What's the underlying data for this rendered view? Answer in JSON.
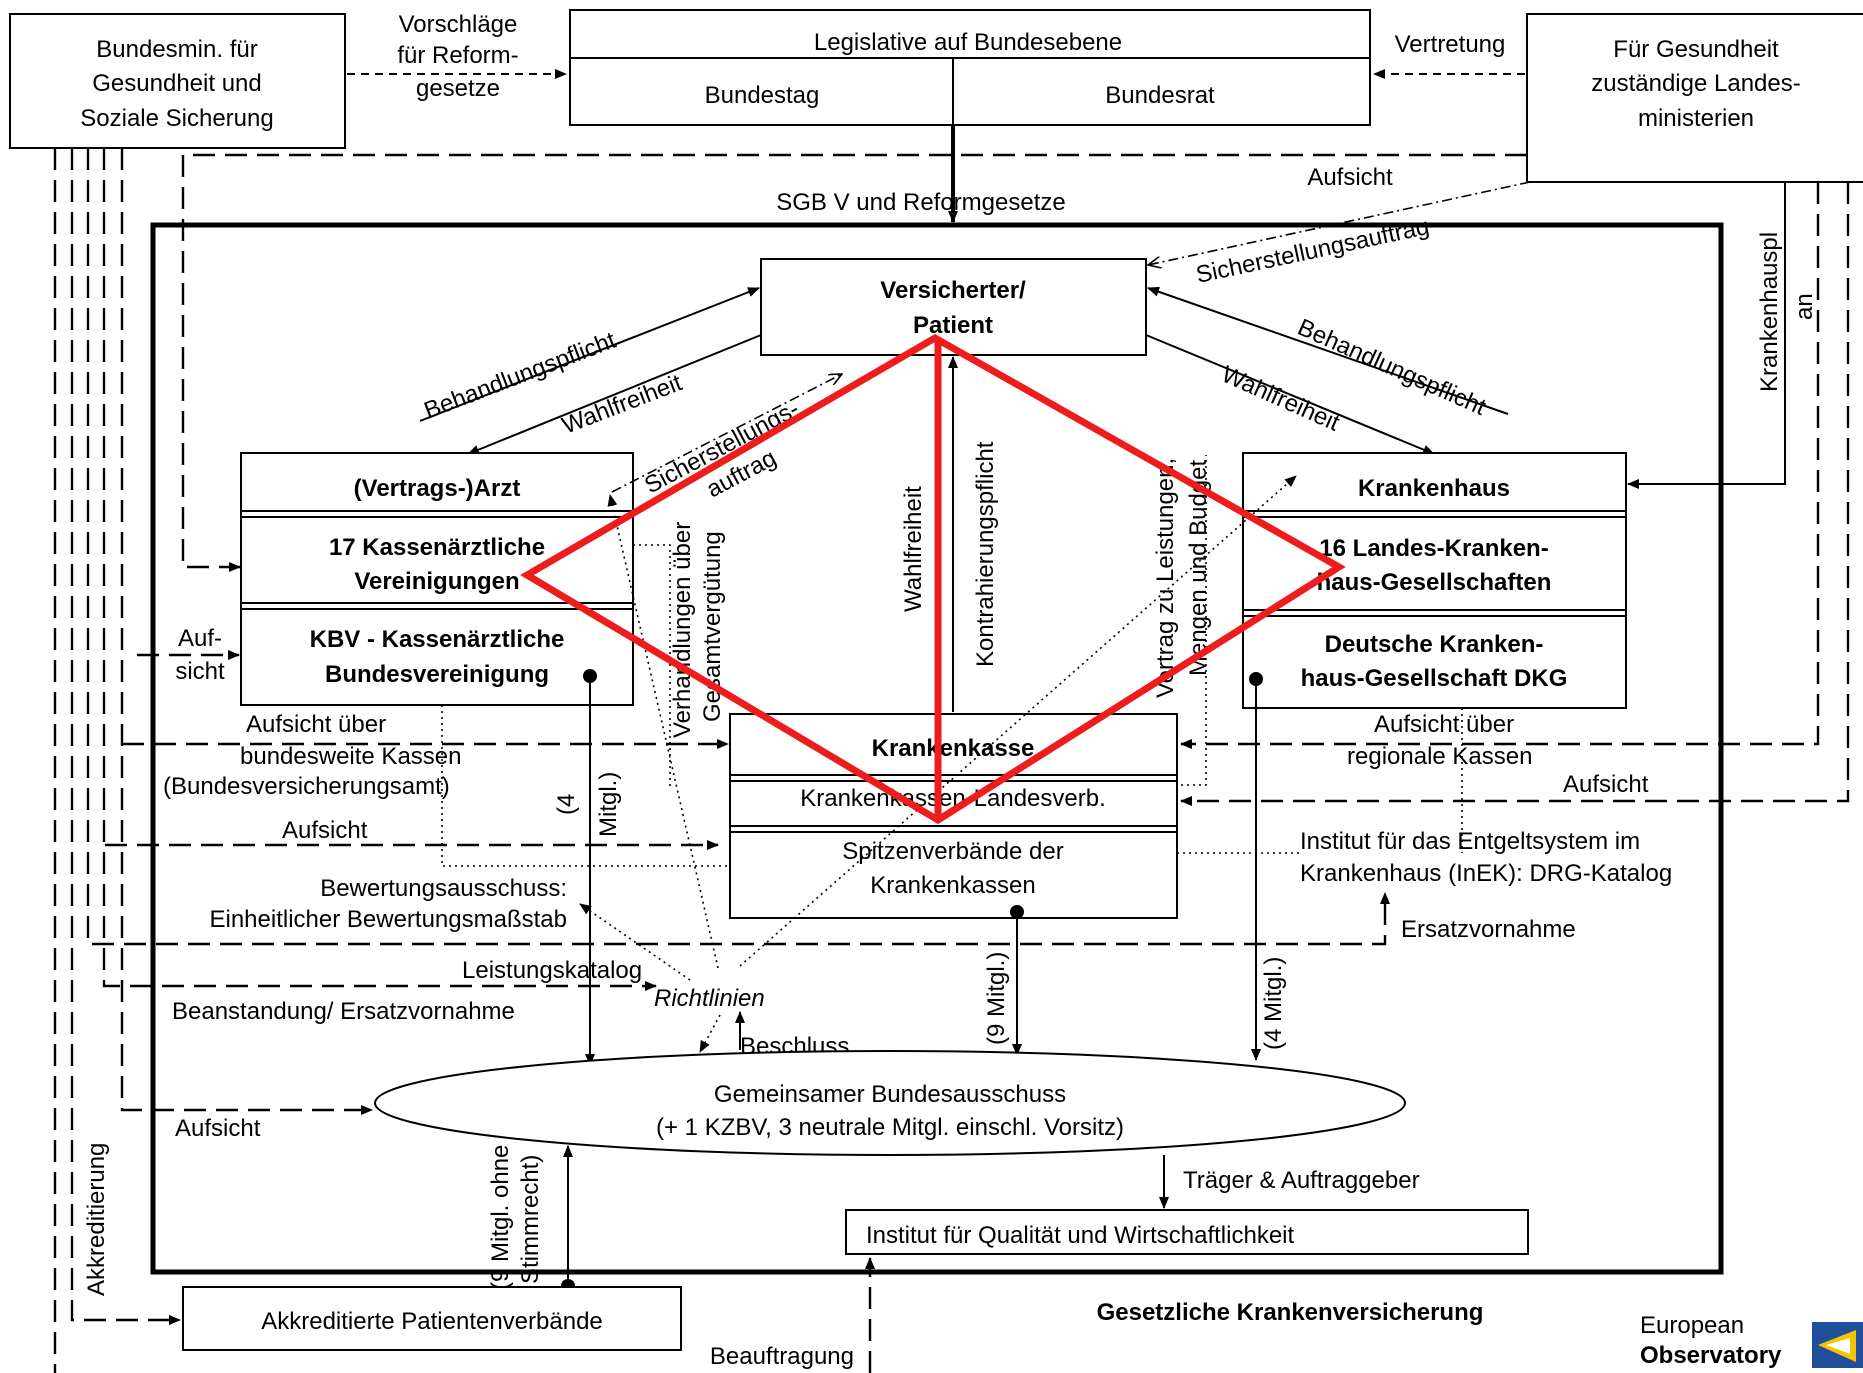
{
  "boxes": {
    "bmgs": [
      "Bundesmin. für",
      "Gesundheit und",
      "Soziale Sicherung"
    ],
    "legislative_title": "Legislative auf Bundesebene",
    "bundestag": "Bundestag",
    "bundesrat": "Bundesrat",
    "landesministerien": [
      "Für Gesundheit",
      "zuständige Landes-",
      "ministerien"
    ],
    "versicherter": [
      "Versicherter/",
      "Patient"
    ],
    "arzt_title": "(Vertrags-)Arzt",
    "kv": [
      "17 Kassenärztliche",
      "Vereinigungen"
    ],
    "kbv": [
      "KBV - Kassenärztliche",
      "Bundesvereinigung"
    ],
    "krankenhaus_title": "Krankenhaus",
    "lkg": [
      "16 Landes-Kranken-",
      "haus-Gesellschaften"
    ],
    "dkg": [
      "Deutsche Kranken-",
      "haus-Gesellschaft DKG"
    ],
    "krankenkasse_title": "Krankenkasse",
    "kk_landesverb": "Krankenkassen-Landesverb.",
    "spitzenverbaende": [
      "Spitzenverbände der",
      "Krankenkassen"
    ],
    "gba_title": "Gemeinsamer Bundesausschuss",
    "gba_sub": "(+ 1 KZBV, 3 neutrale Mitgl. einschl. Vorsitz)",
    "iqwig": "Institut für Qualität und Wirtschaftlichkeit",
    "patientenverbaende": "Akkreditierte Patientenverbände",
    "gkv_title": "Gesetzliche Krankenversicherung"
  },
  "labels": {
    "vorschlaege": [
      "Vorschläge",
      "für Reform-",
      "gesetze"
    ],
    "vertretung": "Vertretung",
    "aufsicht_top": "Aufsicht",
    "sgb": "SGB V und  Reformgesetze",
    "sicherstellungsauftrag_top": "Sicherstellungsauftrag",
    "krankenhausplan": [
      "Krankenhauspl",
      "an"
    ],
    "behandlungspflicht_left": "Behandlungspflicht",
    "wahlfreiheit_left": "Wahlfreiheit",
    "behandlungspflicht_right": "Behandlungspflicht",
    "wahlfreiheit_right": "Wahlfreiheit",
    "sicherstellungsauftrag_mid": [
      "Sicherstellungs-",
      "auftrag"
    ],
    "verhandlungen": [
      "Verhandlungen über",
      "Gesamtvergütung"
    ],
    "wahlfreiheit_center": "Wahlfreiheit",
    "kontrahierungspflicht": "Kontrahierungspflicht",
    "vertrag": [
      "Vertrag zu Leistungen,",
      "Mengen und Budget"
    ],
    "aufsicht_kbv": [
      "Auf-",
      "sicht"
    ],
    "aufsicht_bundesweit": [
      "Aufsicht über",
      "bundesweite Kassen",
      "(Bundesversicherungsamt)"
    ],
    "aufsicht_regional": [
      "Aufsicht über",
      "regionale Kassen"
    ],
    "aufsicht_right": "Aufsicht",
    "aufsicht_left_mid": "Aufsicht",
    "mitgl_kbv": [
      "(4",
      "Mitgl.)"
    ],
    "inek": [
      "Institut für das Entgeltsystem im",
      "Krankenhaus (InEK): DRG-Katalog"
    ],
    "bewertungsausschuss": [
      "Bewertungsausschuss:",
      "Einheitlicher Bewertungsmaßstab"
    ],
    "ersatzvornahme": "Ersatzvornahme",
    "leistungskatalog": "Leistungskatalog",
    "richtlinien": "Richtlinien",
    "beanstandung": "Beanstandung/ Ersatzvornahme",
    "mitgl_kk": "(9 Mitgl.)",
    "mitgl_dkg": "(4 Mitgl.)",
    "beschluss": "Beschluss",
    "aufsicht_gba": "Aufsicht",
    "akkreditierung": "Akkreditierung",
    "mitgl_patienten": [
      "(9 Mitgl. ohne",
      "Stimmrecht)"
    ],
    "traeger": "Träger & Auftraggeber",
    "beauftragung": "Beauftragung"
  },
  "logo": {
    "small": "European",
    "big": "Observatory"
  },
  "colors": {
    "highlight": "#ee1c1c",
    "logo_blue": "#1f4e9a",
    "logo_yellow": "#f5c400"
  }
}
